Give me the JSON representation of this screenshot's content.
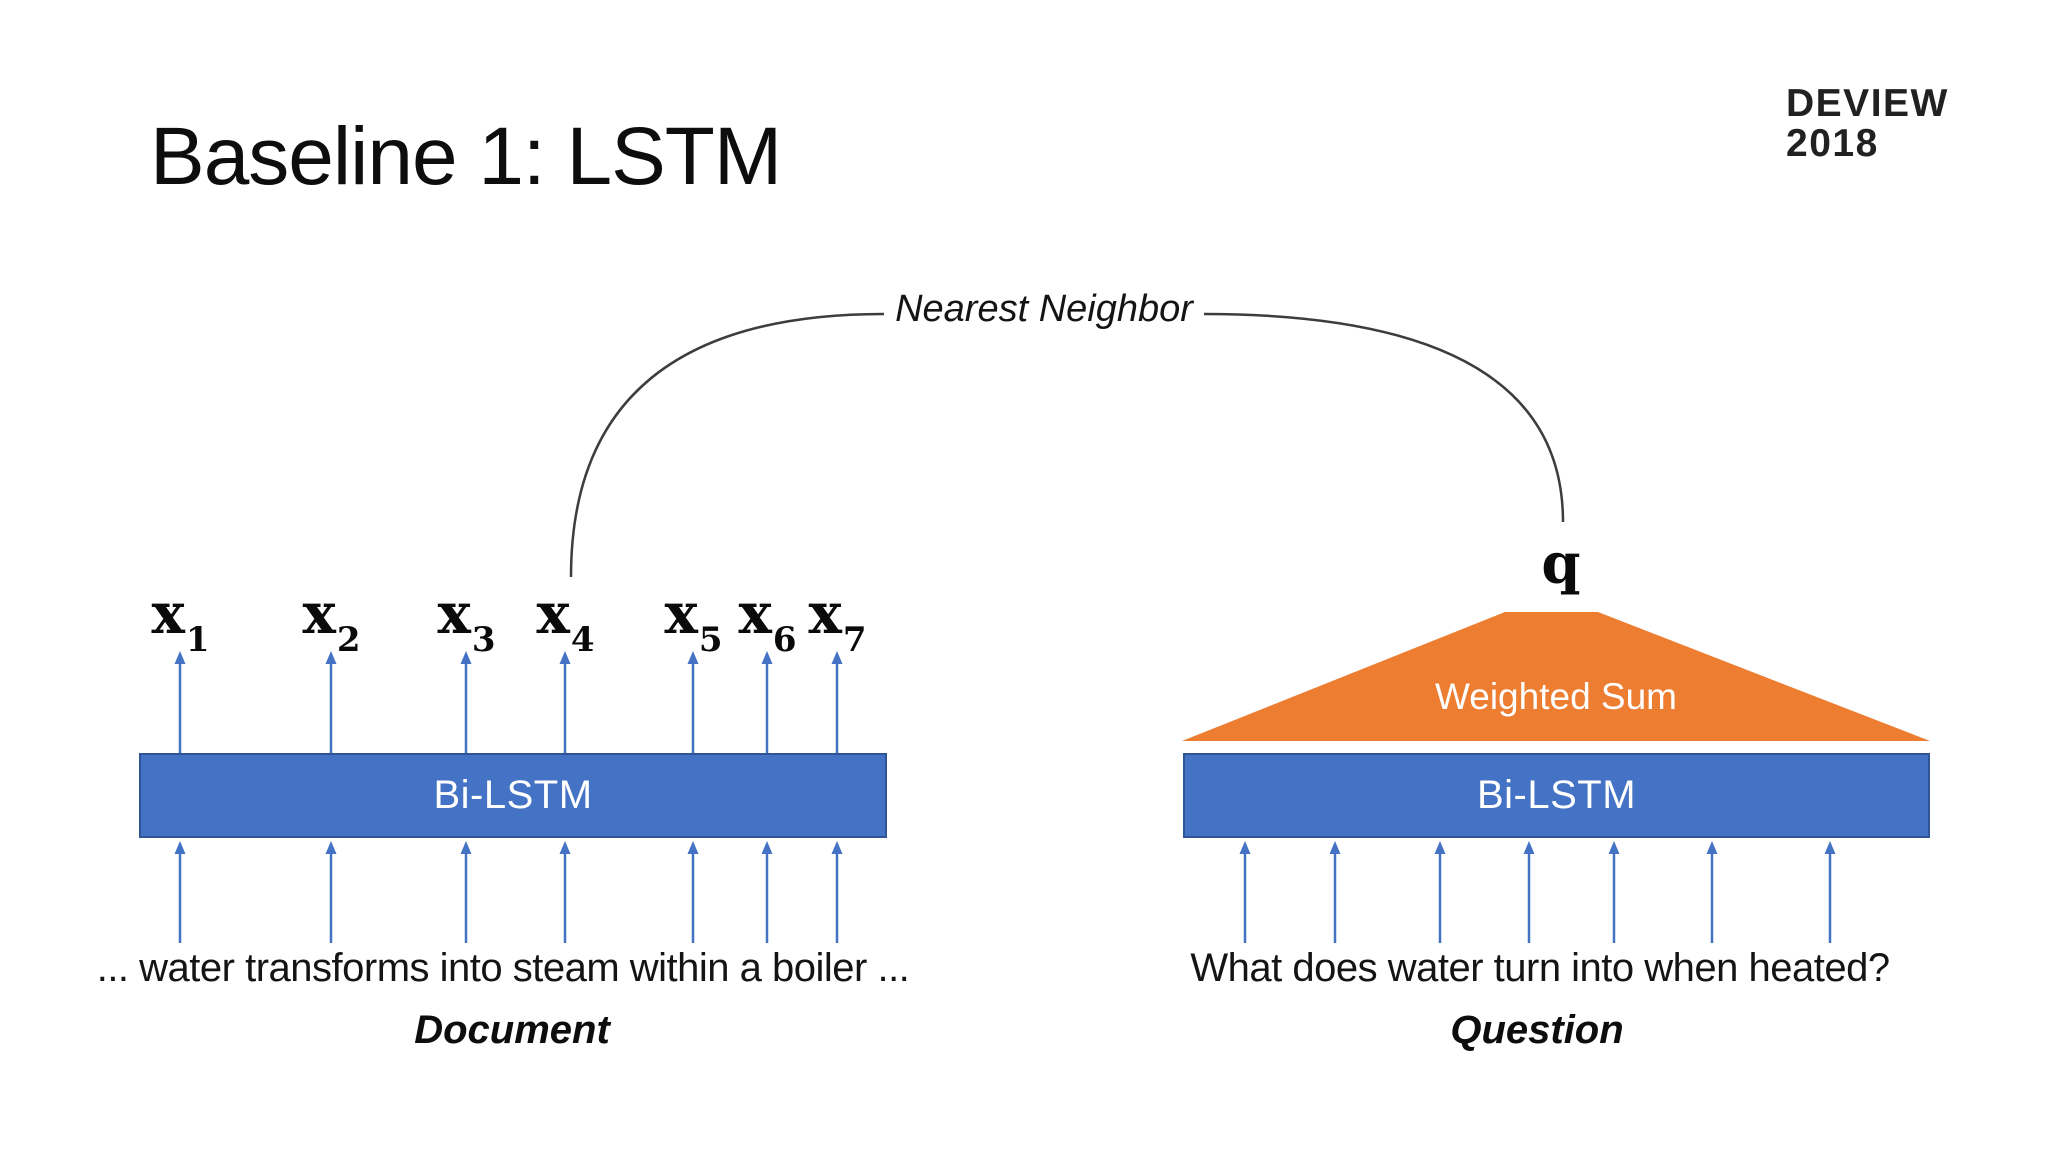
{
  "slide": {
    "title": "Baseline 1: LSTM",
    "logo_line1": "DEVIEW",
    "logo_line2": "2018"
  },
  "connector": {
    "label": "Nearest Neighbor"
  },
  "document_encoder": {
    "tokens": [
      {
        "base": "x",
        "sub": "1"
      },
      {
        "base": "x",
        "sub": "2"
      },
      {
        "base": "x",
        "sub": "3"
      },
      {
        "base": "x",
        "sub": "4"
      },
      {
        "base": "x",
        "sub": "5"
      },
      {
        "base": "x",
        "sub": "6"
      },
      {
        "base": "x",
        "sub": "7"
      }
    ],
    "block_label": "Bi-LSTM",
    "sentence": "... water transforms into steam within a boiler ...",
    "caption": "Document"
  },
  "question_encoder": {
    "output_label": "q",
    "pooling_label": "Weighted Sum",
    "block_label": "Bi-LSTM",
    "sentence": "What does water turn into when heated?",
    "caption": "Question"
  },
  "colors": {
    "block_blue": "#4472C4",
    "block_border": "#2F5597",
    "arrow_blue": "#4472C4",
    "pool_orange": "#ED7D31",
    "connector_line": "#3d3d3d"
  }
}
